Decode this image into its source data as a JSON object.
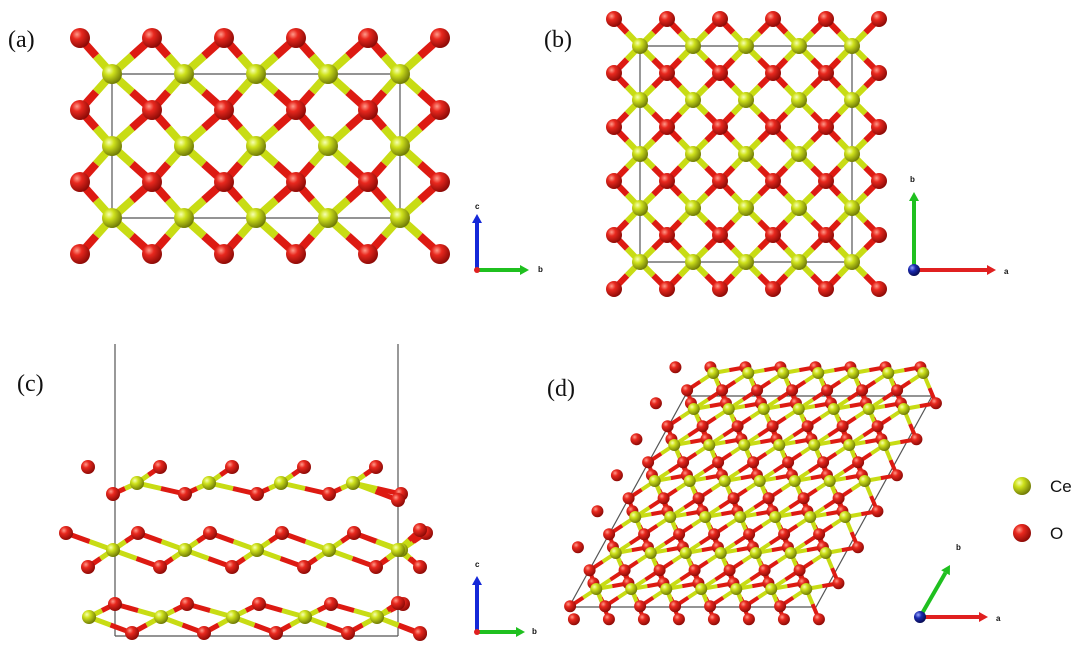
{
  "panels": [
    {
      "id": "a",
      "label": "(a)",
      "axes": {
        "vertical": "c",
        "horizontal": "b"
      }
    },
    {
      "id": "b",
      "label": "(b)",
      "axes": {
        "vertical": "b",
        "horizontal": "a",
        "center": "c"
      }
    },
    {
      "id": "c",
      "label": "(c)",
      "axes": {
        "vertical": "c",
        "horizontal": "b"
      }
    },
    {
      "id": "d",
      "label": "(d)",
      "axes": {
        "diagonal": "b",
        "horizontal": "a",
        "center": "c"
      }
    }
  ],
  "legend": [
    {
      "label": "Ce",
      "color": "#c8dc14"
    },
    {
      "label": "O",
      "color": "#dd1a12"
    }
  ],
  "colors": {
    "ce": "#c8dc14",
    "o": "#dd1a12",
    "cell_line": "#555555",
    "axis_a": "#e02020",
    "axis_b": "#1fc01f",
    "axis_c": "#1428d8"
  }
}
